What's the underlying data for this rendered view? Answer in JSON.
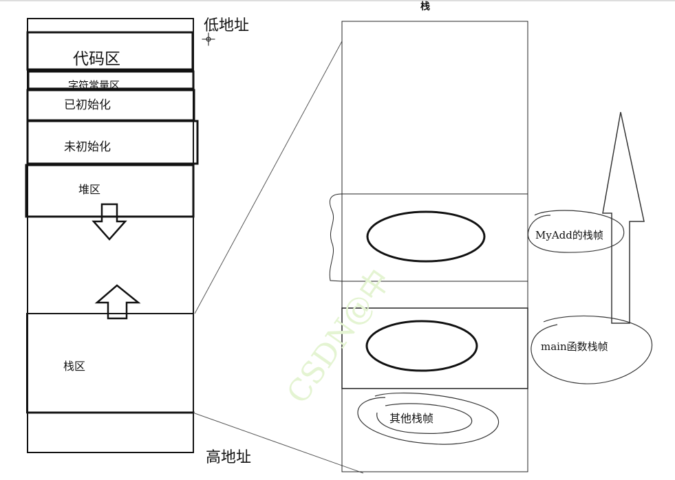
{
  "memory_layout": {
    "low_address": "低地址",
    "high_address": "高地址",
    "code_area": "代码区",
    "string_constant_area": "字符常量区",
    "initialized": "已初始化",
    "uninitialized": "未初始化",
    "heap_area": "堆区",
    "stack_area": "栈区"
  },
  "stack_detail": {
    "title": "栈",
    "myadd_frame": "MyAdd的栈帧",
    "main_frame": "main函数栈帧",
    "other_frames": "其他栈帧"
  },
  "watermark": "CSDN@中"
}
